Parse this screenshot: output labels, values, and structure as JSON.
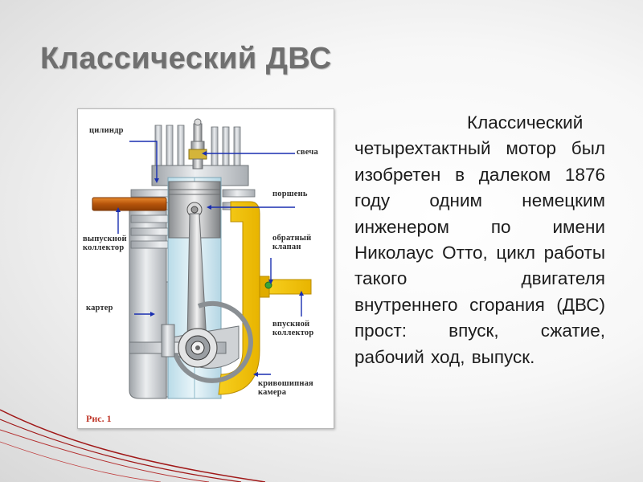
{
  "slide": {
    "title": "Классический ДВС",
    "body": "Классический четырехтактный мотор был изобретен в далеком 1876 году одним немецким инженером по имени Николаус Отто, цикл работы такого двигателя внутреннего сгорания (ДВС) прост: впуск, сжатие, рабочий ход, выпуск."
  },
  "figure": {
    "labels": {
      "cylinder": "цилиндр",
      "spark_plug": "свеча",
      "piston": "поршень",
      "exhaust": [
        "выпускной",
        "коллектор"
      ],
      "check_valve": [
        "обратный",
        "клапан"
      ],
      "crankcase": "картер",
      "intake": [
        "впускной",
        "коллектор"
      ],
      "crank_chamber": [
        "кривошипная",
        "камера"
      ]
    },
    "caption": "Рис. 1"
  },
  "colors": {
    "title": "#6f6f6f",
    "pointer_lines": "#1a2fb0",
    "intake_yellow": "#f3c20a",
    "exhaust_pipe": "#c8620f",
    "caption": "#c0392b",
    "deco_stripes": "#a01818"
  }
}
